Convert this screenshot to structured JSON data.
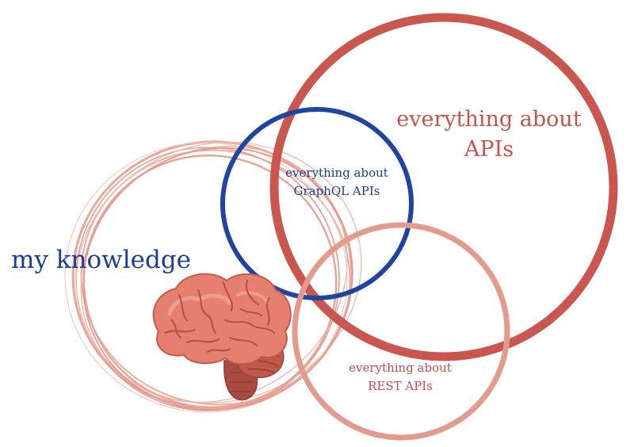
{
  "labels": {
    "apis": [
      "everything about",
      "APIs"
    ],
    "graphql": [
      "everything about",
      "GraphQL APIs"
    ],
    "rest": [
      "everything about",
      "REST APIs"
    ],
    "knowledge": "my knowledge"
  },
  "colors": {
    "apis_ring": "#c9574f",
    "graphql_ring": "#1f45a0",
    "rest_ring": "#e39b8d",
    "knowledge_scribble": "#e8a79b",
    "brain_main": "#e5806f",
    "brain_dark": "#c35a4e",
    "brain_light": "#ef9d8f",
    "text_blue": "#1d3d95",
    "text_red": "#c4544e"
  },
  "icons": [
    "brain-icon"
  ]
}
